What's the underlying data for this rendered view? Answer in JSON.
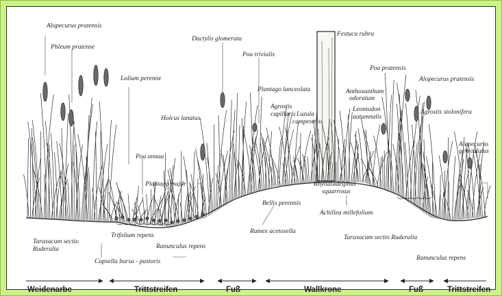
{
  "species": [
    {
      "id": "alopecurus-pratensis-left",
      "text": "Alopecurus pratensis"
    },
    {
      "id": "phleum-pratense",
      "text": "Phleum pratense"
    },
    {
      "id": "lolium-perenne",
      "text": "Lolium perenne"
    },
    {
      "id": "dactylis-glomerata",
      "text": "Dactylis glomerata"
    },
    {
      "id": "poa-trivialis",
      "text": "Poa trivialis"
    },
    {
      "id": "festuca-rubra",
      "text": "Festuca rubra"
    },
    {
      "id": "plantago-lanceolata",
      "text": "Plantago lanceolata"
    },
    {
      "id": "agrostis-capillaris-1",
      "text": "Agrostis"
    },
    {
      "id": "agrostis-capillaris-2",
      "text": "capillaris"
    },
    {
      "id": "luzula-campestris-1",
      "text": "Luzula"
    },
    {
      "id": "luzula-campestris-2",
      "text": "campestris"
    },
    {
      "id": "anthoxanthum-1",
      "text": "Anthoxanthum"
    },
    {
      "id": "anthoxanthum-2",
      "text": "odoratum"
    },
    {
      "id": "leontodon-1",
      "text": "Leontodon"
    },
    {
      "id": "leontodon-2",
      "text": "autumnalis"
    },
    {
      "id": "poa-pratensis",
      "text": "Poa pratensis"
    },
    {
      "id": "alopecurus-pratensis-right",
      "text": "Alopecurus pratensis"
    },
    {
      "id": "agrostis-stolonifera",
      "text": "Agrostis stolonifera"
    },
    {
      "id": "alopecurus-geniculatus-1",
      "text": "Alopecurus"
    },
    {
      "id": "alopecurus-geniculatus-2",
      "text": "geniculatus"
    },
    {
      "id": "holcus-lanatus",
      "text": "Holcus lanatus"
    },
    {
      "id": "poa-annua",
      "text": "Poa annua"
    },
    {
      "id": "plantago-major",
      "text": "Plantago major"
    },
    {
      "id": "rhytidiadelphus-1",
      "text": "Rhytidiadelphus"
    },
    {
      "id": "rhytidiadelphus-2",
      "text": "squarrosus"
    },
    {
      "id": "bellis-perennis",
      "text": "Bellis perennis"
    },
    {
      "id": "achillea-millefolium",
      "text": "Achillea millefolium"
    },
    {
      "id": "taraxacum-left-1",
      "text": "Taraxacum sectio"
    },
    {
      "id": "taraxacum-left-2",
      "text": "Ruderalia"
    },
    {
      "id": "trifolium-repens",
      "text": "Trifolium repens"
    },
    {
      "id": "capsella",
      "text": "Capsella  bursa - pastoris"
    },
    {
      "id": "ranunculus-repens-left",
      "text": "Ranunculus repens"
    },
    {
      "id": "rumex-acetosella",
      "text": "Rumex acetosella"
    },
    {
      "id": "taraxacum-right",
      "text": "Taraxacum sectio Ruderalia"
    },
    {
      "id": "ranunculus-repens-right",
      "text": "Ranunculus repens"
    }
  ],
  "zones": [
    {
      "id": "weidenarbe",
      "text": "Weidenarbe"
    },
    {
      "id": "trittstreifen-left",
      "text": "Trittstreifen"
    },
    {
      "id": "fuss-left",
      "text": "Fuß"
    },
    {
      "id": "wallkrone",
      "text": "Wallkrone"
    },
    {
      "id": "fuss-right",
      "text": "Fuß"
    },
    {
      "id": "trittstreifen-right",
      "text": "Trittstreifen"
    }
  ]
}
